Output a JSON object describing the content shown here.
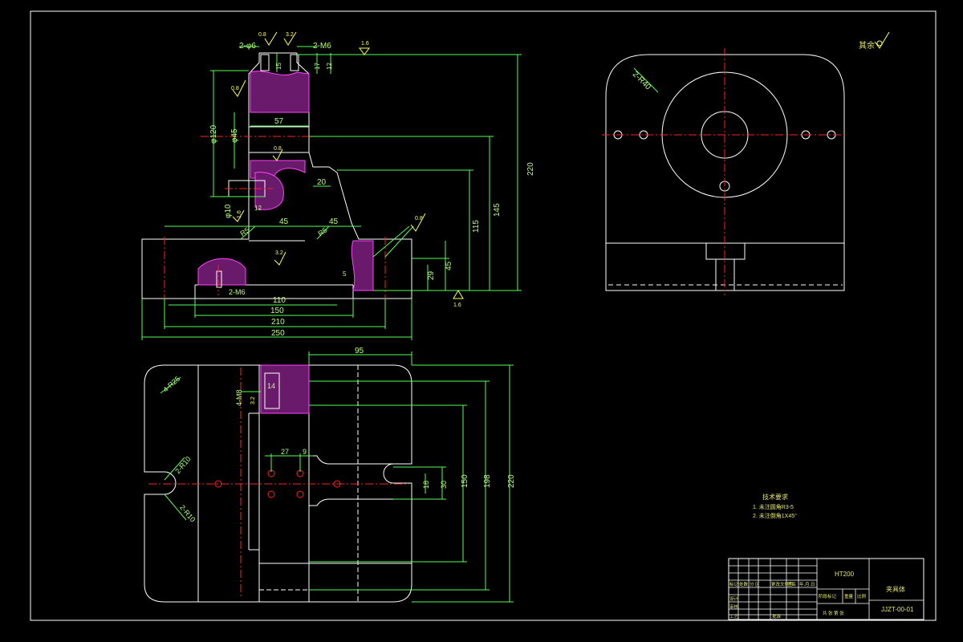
{
  "drawing": {
    "background": "#000000",
    "colors": {
      "outline": "#ffffff",
      "dimension": "#55ff55",
      "dimension_text": "#b7ff7a",
      "centerline": "#ff2222",
      "hatch": "#ff44ff",
      "note": "#e8e86b",
      "symbol": "#ffff55"
    }
  },
  "front_view": {
    "labels": {
      "holes_top_left": "2-φ6",
      "holes_top_right": "2-M6",
      "ra_top_a": "0.8",
      "ra_top_b": "3.2",
      "ra_top_right": "1.6",
      "d15": "15",
      "d17": "17",
      "d12": "12",
      "ra_mid": "0.8",
      "d57": "57",
      "d120": "φ120",
      "d45dia": "φ45",
      "ra_mid2": "0.8",
      "d20": "20",
      "d12b": "12",
      "d10": "φ10",
      "ra_left": "1.6",
      "r5a": "R5",
      "r5b": "R5",
      "d45a": "45",
      "d45b": "45",
      "ra_right": "0.8",
      "d220": "220",
      "d145": "145",
      "d115": "115",
      "d45c": "45",
      "d29": "29",
      "ra_bottom_right": "1.6",
      "ra_base": "3.2",
      "holes_base": "2-M6",
      "d110": "110",
      "d150": "150",
      "d210": "210",
      "d250": "250",
      "d5": "5"
    }
  },
  "top_view": {
    "labels": {
      "d95": "95",
      "r25": "4-R25",
      "m8": "4-M8",
      "ra": "3.2",
      "d14": "14",
      "d27": "27",
      "d9": "9",
      "r10a": "2-R10",
      "r10b": "2-R10",
      "d18": "18",
      "d30": "30",
      "d150": "150",
      "d198": "198",
      "d220": "220"
    }
  },
  "side_view": {
    "labels": {
      "r40": "2-R40"
    }
  },
  "rough_symbol": {
    "label": "其余"
  },
  "notes": {
    "title": "技术要求",
    "items": [
      "1. 未注圆角R3-5",
      "2. 未注倒角1X45°"
    ]
  },
  "title_block": {
    "material": "HT200",
    "part_name": "夹具体",
    "drawing_no": "JJZT-00-01",
    "row_labels": [
      "标记",
      "设计",
      "审核",
      "工艺"
    ],
    "col_labels": [
      "处数",
      "分 区",
      "更改文件号",
      "签名",
      "年.月.日"
    ],
    "cell_stage": "阶段标记",
    "cell_weight": "重量",
    "cell_scale": "比例",
    "cell_sheet": "共 张 第 张",
    "cell_approve": "批准"
  }
}
